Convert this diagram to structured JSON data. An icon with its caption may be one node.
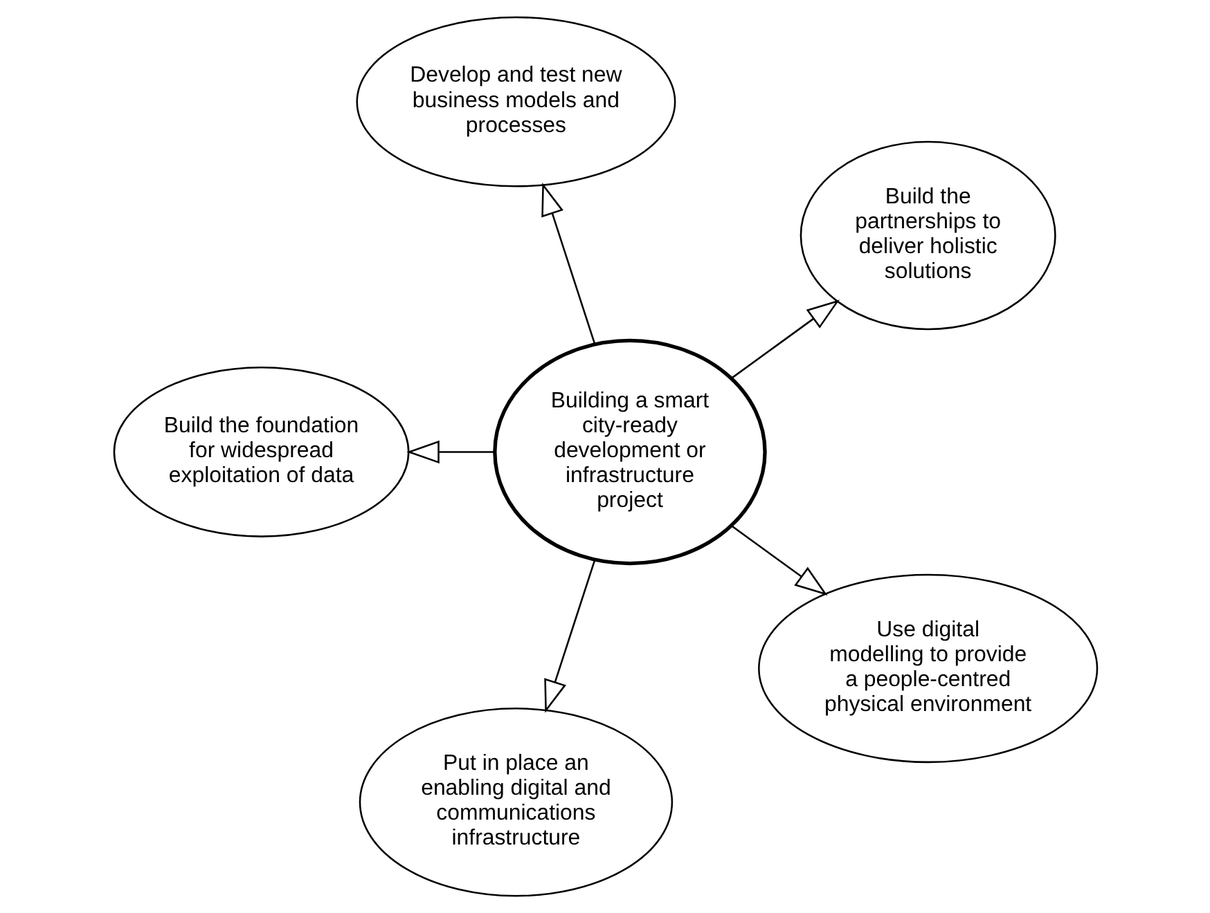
{
  "diagram": {
    "nodes": [
      {
        "text": [
          "Build the partnerships to deliver holistic solutions"
        ]
      },
      {
        "text": [
          "Develop and test new business models and processes"
        ]
      },
      {
        "text": [
          "Build the foundation for widespread exploitation of data"
        ]
      },
      {
        "text": [
          "Building a smart city-ready development or infrastructure project"
        ]
      },
      {
        "text": [
          "Put in place an enabling digital and communications infrastructure"
        ]
      },
      {
        "text": [
          "Use digital modelling to provide a people-centred physical environment"
        ]
      }
    ],
    "edges": [
      {
        "from": 3,
        "to": 0,
        "arrow": "to"
      },
      {
        "from": 3,
        "to": 2,
        "arrow": "to"
      },
      {
        "from": 3,
        "to": 5,
        "arrow": "to"
      },
      {
        "from": 3,
        "to": 4,
        "arrow": "to"
      },
      {
        "from": 3,
        "to": 1,
        "arrow": "to"
      }
    ]
  }
}
